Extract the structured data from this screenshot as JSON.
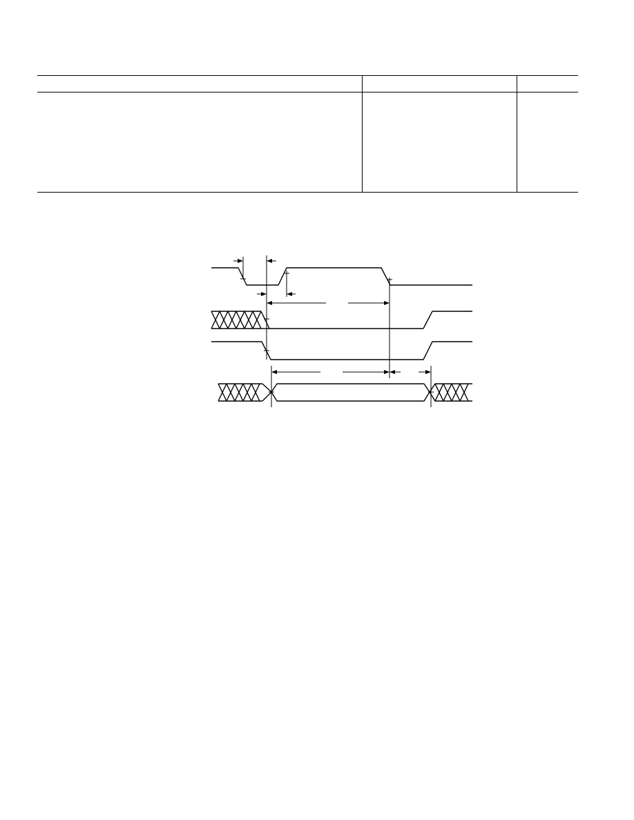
{
  "table": {
    "columns": [
      "",
      "",
      ""
    ],
    "rows": []
  },
  "timing_diagram": {
    "signals": [
      {
        "kind": "clock-pulse"
      },
      {
        "kind": "bus-address"
      },
      {
        "kind": "strobe"
      },
      {
        "kind": "bus-data"
      }
    ],
    "labels": []
  }
}
